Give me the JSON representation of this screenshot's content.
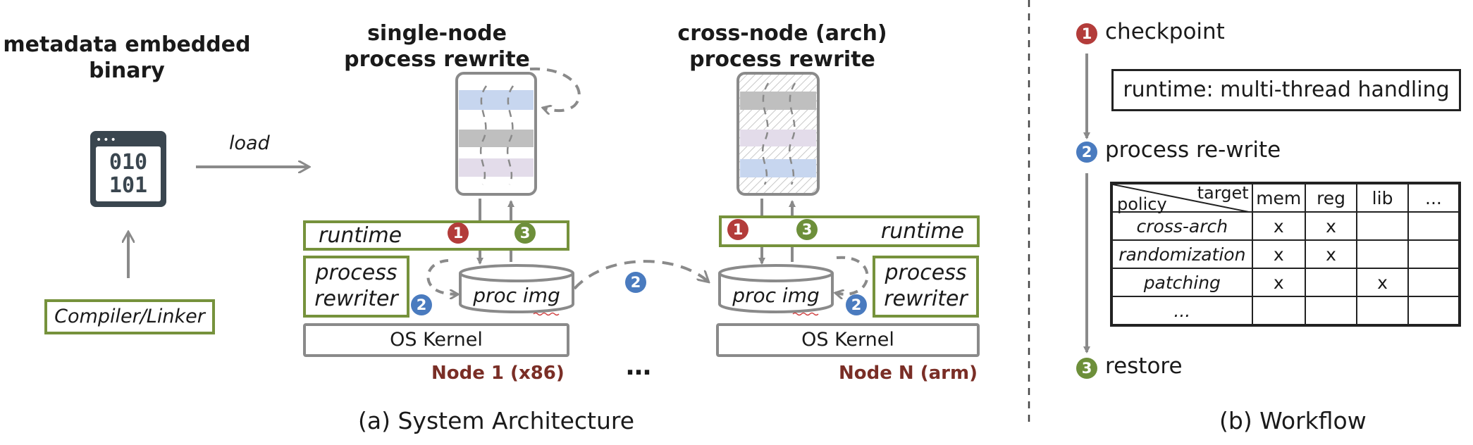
{
  "left": {
    "title": "metadata embedded\nbinary",
    "binary_lines": [
      "010",
      "101"
    ],
    "compiler": "Compiler/Linker",
    "load_label": "load"
  },
  "node1": {
    "title": "single-node\nprocess rewrite",
    "runtime": "runtime",
    "rewriter": "process\nrewriter",
    "proc_img": "proc img",
    "kernel": "OS Kernel",
    "label": "Node 1 (x86)"
  },
  "nodeN": {
    "title": "cross-node (arch)\nprocess rewrite",
    "runtime": "runtime",
    "rewriter": "process\nrewriter",
    "proc_img": "proc img",
    "kernel": "OS Kernel",
    "label": "Node N (arm)"
  },
  "ellipsis": "…",
  "badges": {
    "one": "1",
    "two": "2",
    "three": "3"
  },
  "caption_a": "(a) System Architecture",
  "caption_b": "(b) Workflow",
  "workflow": {
    "step1": "checkpoint",
    "runtime_box": "runtime: multi-thread handling",
    "step2": "process re-write",
    "step3": "restore",
    "table": {
      "corner_top": "target",
      "corner_bottom": "policy",
      "columns": [
        "mem",
        "reg",
        "lib",
        "..."
      ],
      "rows": [
        {
          "name": "cross-arch",
          "cells": [
            "x",
            "x",
            "",
            ""
          ]
        },
        {
          "name": "randomization",
          "cells": [
            "x",
            "x",
            "",
            ""
          ]
        },
        {
          "name": "patching",
          "cells": [
            "x",
            "",
            "x",
            ""
          ]
        },
        {
          "name": "...",
          "cells": [
            "",
            "",
            "",
            ""
          ]
        }
      ]
    }
  },
  "colors": {
    "green": "#76923c",
    "red": "#b33c3a",
    "blue": "#4a7bbf",
    "olive": "#6d8f3a",
    "node_label": "#7a2e26",
    "gray": "#8a8a8a"
  }
}
